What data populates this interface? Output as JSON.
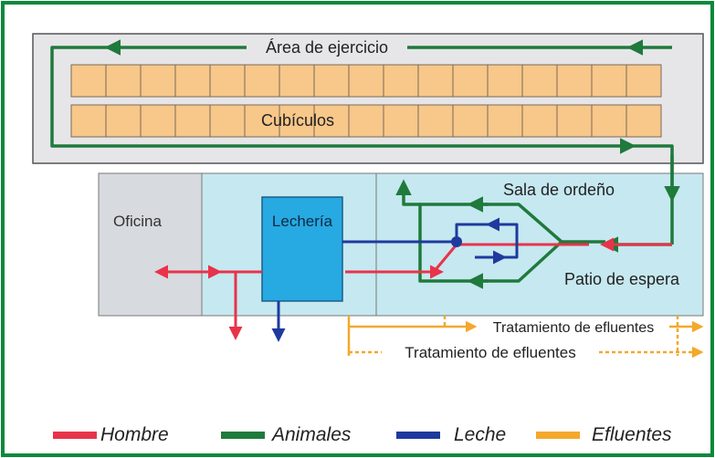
{
  "labels": {
    "exercise_area": "Área de ejercicio",
    "stalls": "Cubículos",
    "office": "Oficina",
    "dairy": "Lechería",
    "milking_parlor": "Sala de ordeño",
    "waiting_yard": "Patio de espera",
    "effluent_treatment_1": "Tratamiento de efluentes",
    "effluent_treatment_2": "Tratamiento de efluentes"
  },
  "legend": [
    {
      "key": "human",
      "label": "Hombre",
      "color": "#e8334a"
    },
    {
      "key": "animals",
      "label": "Animales",
      "color": "#1f7a3c"
    },
    {
      "key": "milk",
      "label": "Leche",
      "color": "#1e3a9e"
    },
    {
      "key": "effluents",
      "label": "Efluentes",
      "color": "#f4a82c"
    }
  ],
  "colors": {
    "frame": "#0b8a3a",
    "barn_fill": "#e6e6e9",
    "stall_fill": "#f8c78a",
    "building_fill": "#c6e8f0",
    "office_fill": "#d7dbdf",
    "dairy_fill": "#27a9e1"
  }
}
